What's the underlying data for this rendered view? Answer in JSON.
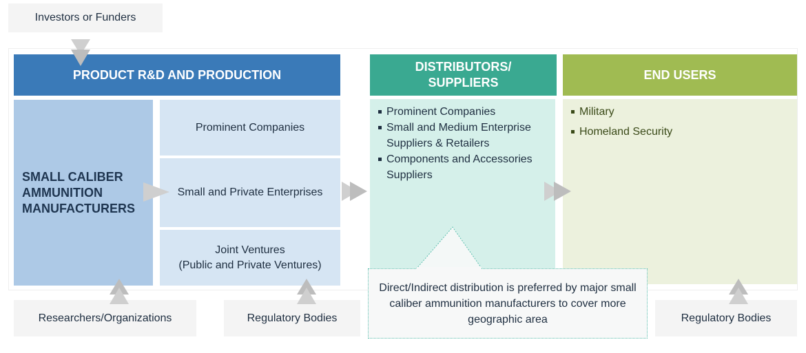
{
  "top_source": "Investors or Funders",
  "production": {
    "header": "PRODUCT R&D AND PRODUCTION",
    "manufacturer": "SMALL CALIBER AMMUNITION MANUFACTURERS",
    "types": [
      "Prominent Companies",
      "Small and Private Enterprises",
      "Joint Ventures\n(Public and Private Ventures)"
    ]
  },
  "distributors": {
    "header": "DISTRIBUTORS/\nSUPPLIERS",
    "items": [
      "Prominent Companies",
      "Small and Medium Enterprise Suppliers & Retailers",
      "Components and Accessories Suppliers"
    ]
  },
  "end_users": {
    "header": "END USERS",
    "items": [
      "Military",
      "Homeland Security"
    ]
  },
  "bottom": {
    "researchers": "Researchers/Organizations",
    "regulatory_1": "Regulatory Bodies",
    "regulatory_2": "Regulatory Bodies",
    "callout": "Direct/Indirect distribution is preferred by major small caliber ammunition manufacturers to cover more geographic area"
  },
  "colors": {
    "blue": "#3a7ab8",
    "teal": "#3aa991",
    "green": "#a0bb52"
  }
}
